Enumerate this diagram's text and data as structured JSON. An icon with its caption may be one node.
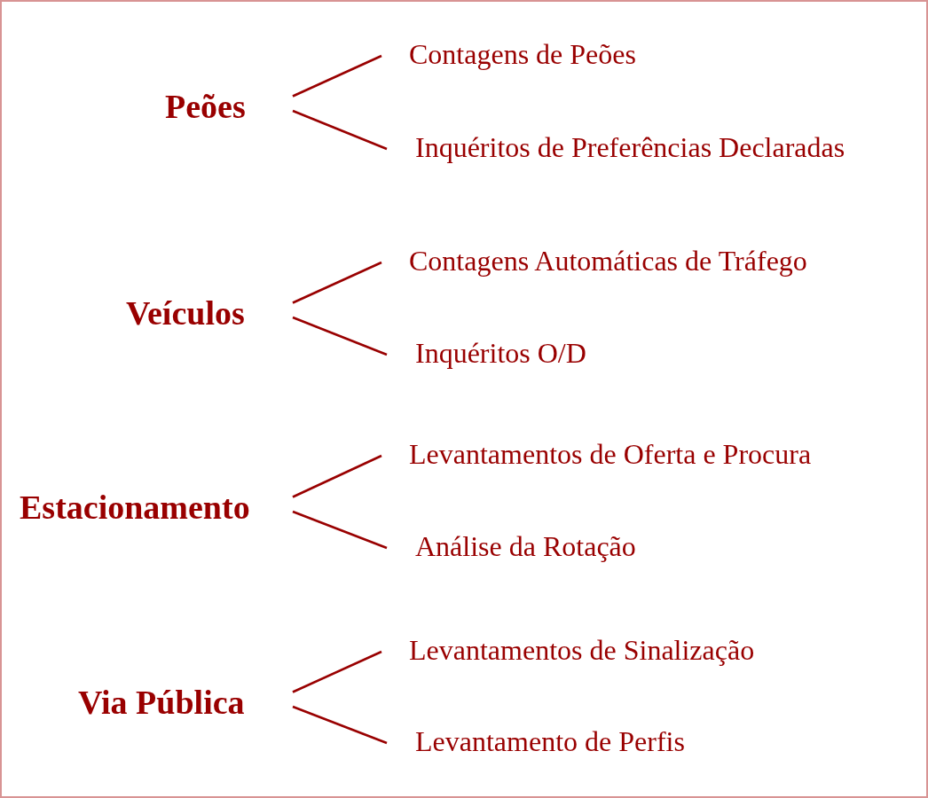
{
  "diagram": {
    "nodes": [
      {
        "text": [
          "Peões"
        ]
      },
      {
        "text": [
          "Contagens de Peões"
        ]
      },
      {
        "text": [
          "Inquéritos de Preferências Declaradas"
        ]
      },
      {
        "text": [
          "Veículos"
        ]
      },
      {
        "text": [
          "Contagens Automáticas de Tráfego"
        ]
      },
      {
        "text": [
          "Inquéritos O/D"
        ]
      },
      {
        "text": [
          "Estacionamento"
        ]
      },
      {
        "text": [
          "Levantamentos de Oferta e Procura"
        ]
      },
      {
        "text": [
          "Análise da Rotação"
        ]
      },
      {
        "text": [
          "Via Pública"
        ]
      },
      {
        "text": [
          "Levantamentos de Sinalização"
        ]
      },
      {
        "text": [
          "Levantamento de Perfis"
        ]
      }
    ],
    "edges": [
      {
        "from": 0,
        "to": 1,
        "arrow": "none"
      },
      {
        "from": 0,
        "to": 2,
        "arrow": "none"
      },
      {
        "from": 3,
        "to": 4,
        "arrow": "none"
      },
      {
        "from": 3,
        "to": 5,
        "arrow": "none"
      },
      {
        "from": 6,
        "to": 7,
        "arrow": "none"
      },
      {
        "from": 6,
        "to": 8,
        "arrow": "none"
      },
      {
        "from": 9,
        "to": 10,
        "arrow": "none"
      },
      {
        "from": 9,
        "to": 11,
        "arrow": "none"
      }
    ]
  }
}
